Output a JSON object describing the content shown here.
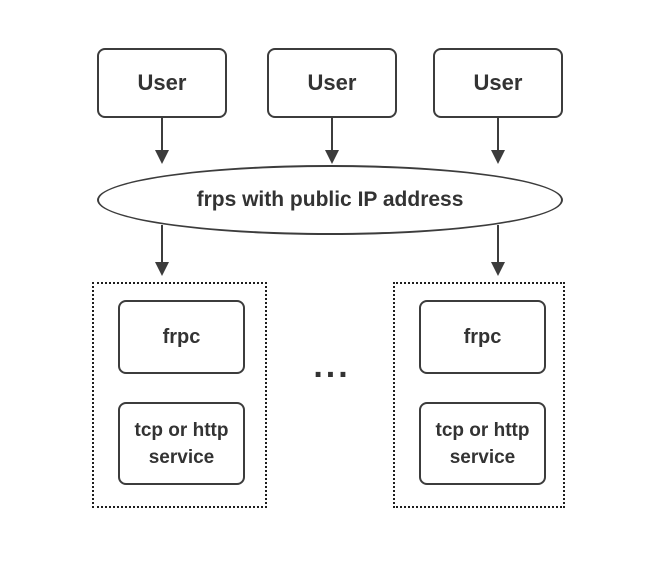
{
  "colors": {
    "line": "#3c3c3c",
    "text": "#333333",
    "background": "#ffffff"
  },
  "diagram": {
    "users": [
      {
        "label": "User"
      },
      {
        "label": "User"
      },
      {
        "label": "User"
      }
    ],
    "server": {
      "label": "frps with public IP address"
    },
    "separator": "...",
    "clients": [
      {
        "frpc": "frpc",
        "service": "tcp or http service"
      },
      {
        "frpc": "frpc",
        "service": "tcp or http service"
      }
    ]
  }
}
